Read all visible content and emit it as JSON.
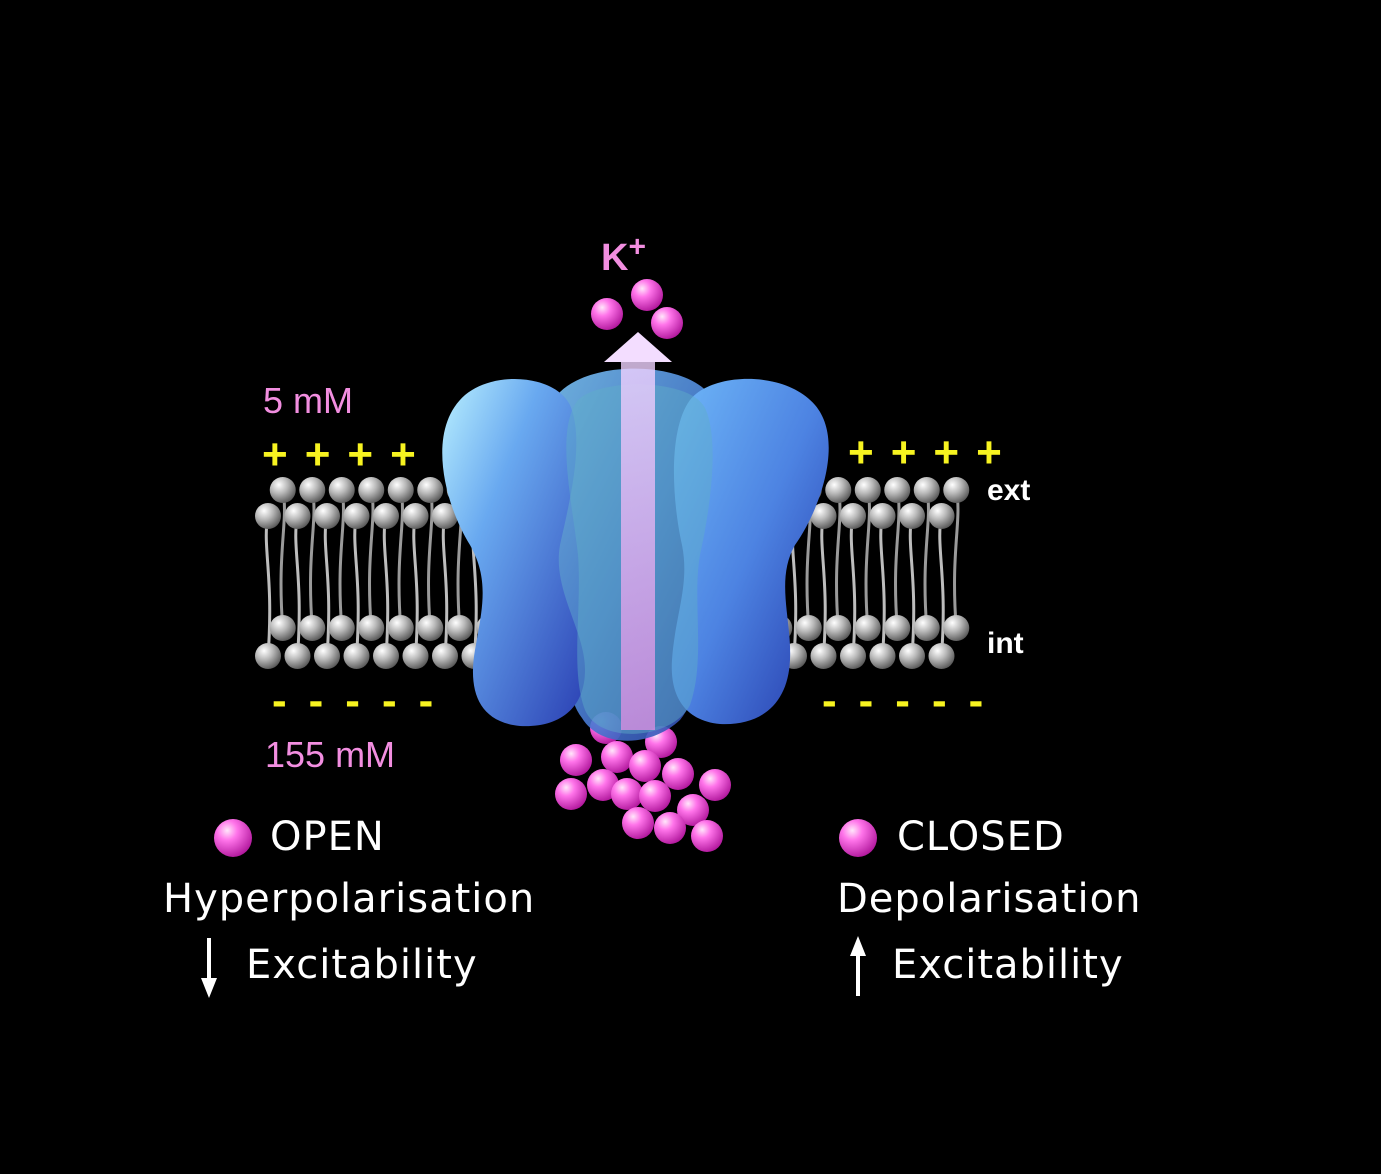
{
  "ion": {
    "label": "K+"
  },
  "concentrations": {
    "outside": "5 mM",
    "inside": "155 mM"
  },
  "sides": {
    "external": "ext",
    "internal": "int"
  },
  "charges": {
    "outer_left": "++++",
    "outer_right": "++++",
    "inner_left": "-----",
    "inner_right": "-----"
  },
  "open_state": {
    "title": "OPEN",
    "effect": "Hyperpolarisation",
    "excitability": "Excitability",
    "excitability_direction": "down"
  },
  "closed_state": {
    "title": "CLOSED",
    "effect": "Depolarisation",
    "excitability": "Excitability",
    "excitability_direction": "up"
  },
  "colors": {
    "background": "#000000",
    "ion": "#ff4fe0",
    "ion_label": "#f28ee0",
    "charge": "#f7f320",
    "channel": "#4a78e0",
    "lipid_head": "#b8b8b8"
  }
}
